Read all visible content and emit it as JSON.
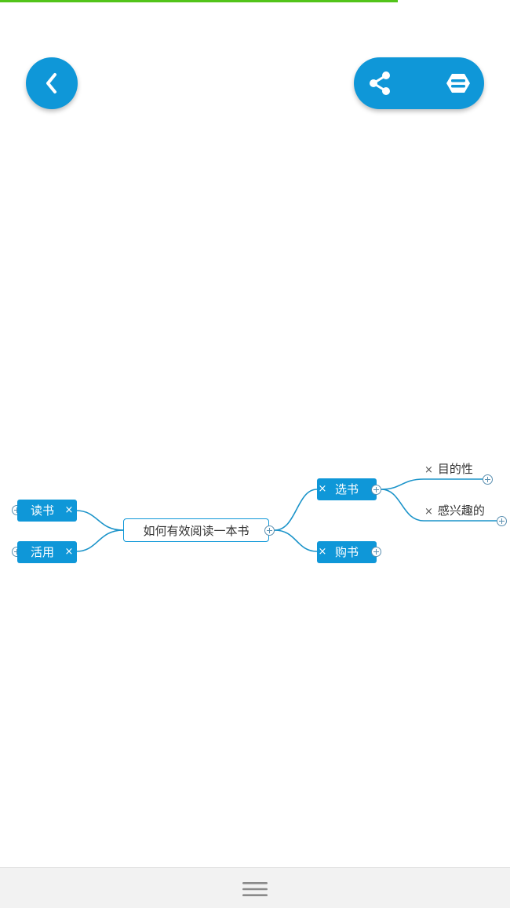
{
  "progress": {
    "value": 0.78,
    "color": "#52c41a"
  },
  "toolbar": {
    "back_icon": "chevron-left-icon",
    "share_icon": "share-icon",
    "menu_icon": "collapse-menu-icon",
    "accent_color": "#0f97d8"
  },
  "mindmap": {
    "root": {
      "label": "如何有效阅读一本书"
    },
    "left_branches": [
      {
        "label": "读书",
        "close": "×"
      },
      {
        "label": "活用",
        "close": "×"
      }
    ],
    "right_branches": [
      {
        "label": "选书",
        "close": "×",
        "children": [
          {
            "label": "目的性",
            "close": "×"
          },
          {
            "label": "感兴趣的",
            "close": "×"
          }
        ]
      },
      {
        "label": "购书",
        "close": "×"
      }
    ],
    "line_color": "#1a93c9"
  },
  "bottom_bar": {
    "menu_icon": "hamburger-icon"
  }
}
